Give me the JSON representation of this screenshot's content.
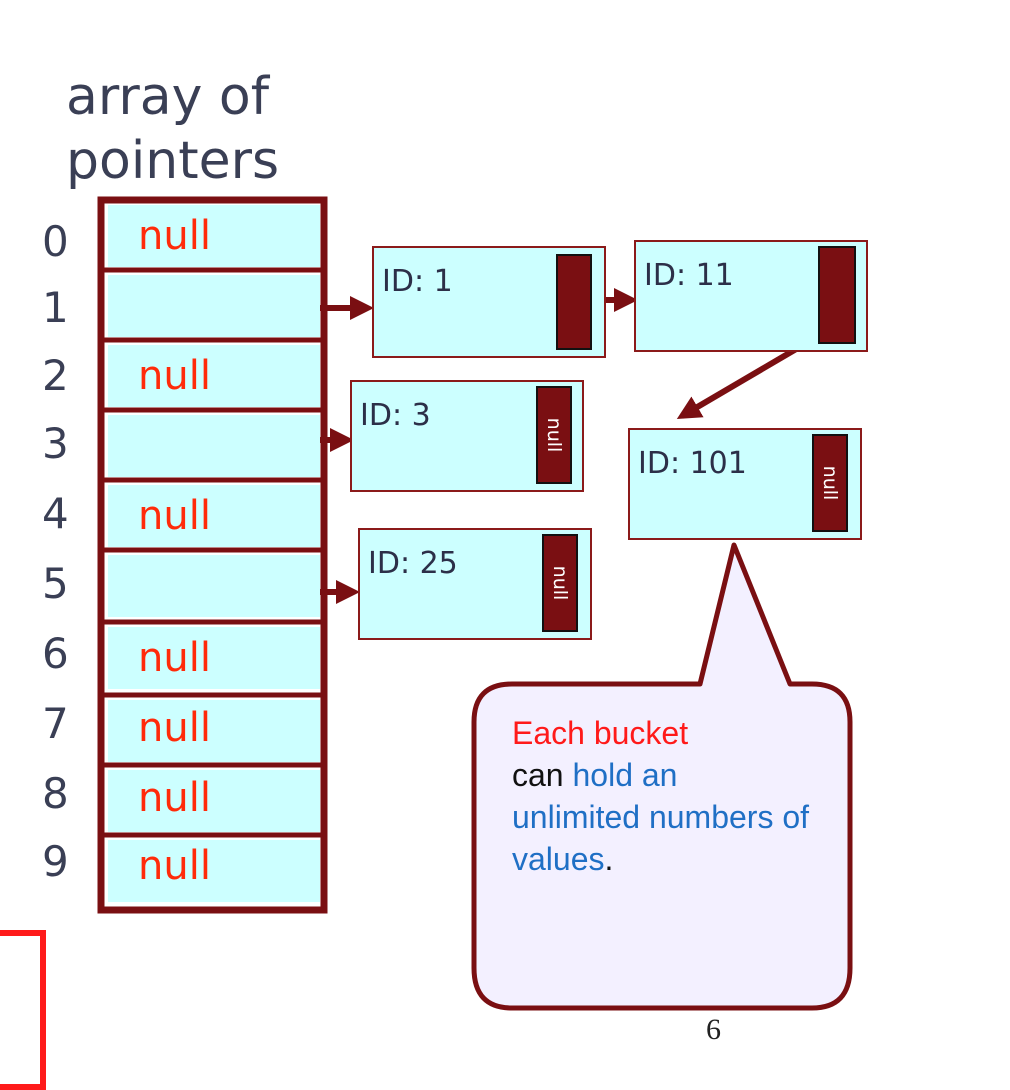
{
  "title": {
    "line1": "array of",
    "line2": "pointers"
  },
  "indices": [
    "0",
    "1",
    "2",
    "3",
    "4",
    "5",
    "6",
    "7",
    "8",
    "9"
  ],
  "slots": [
    {
      "index": "0",
      "value": "null"
    },
    {
      "index": "1",
      "value": ""
    },
    {
      "index": "2",
      "value": "null"
    },
    {
      "index": "3",
      "value": ""
    },
    {
      "index": "4",
      "value": "null"
    },
    {
      "index": "5",
      "value": ""
    },
    {
      "index": "6",
      "value": "null"
    },
    {
      "index": "7",
      "value": "null"
    },
    {
      "index": "8",
      "value": "null"
    },
    {
      "index": "9",
      "value": "null"
    }
  ],
  "nodes": {
    "id1": {
      "label": "ID: 1"
    },
    "id11": {
      "label": "ID: 11"
    },
    "id3": {
      "label": "ID: 3",
      "next": "null"
    },
    "id101": {
      "label": "ID: 101",
      "next": "null"
    },
    "id25": {
      "label": "ID: 25",
      "next": "null"
    }
  },
  "callout": {
    "part1": "Each bucket",
    "part2": "can",
    "part3": "hold an unlimited numbers of values",
    "part4": "."
  },
  "page_number": "6",
  "colors": {
    "cell_fill": "#ccffff",
    "border": "#8b1a1a",
    "pointer": "#7a0f12",
    "null_text": "#ff2a0a",
    "callout_red": "#ff1a1a",
    "callout_blue": "#1f6fc5"
  }
}
